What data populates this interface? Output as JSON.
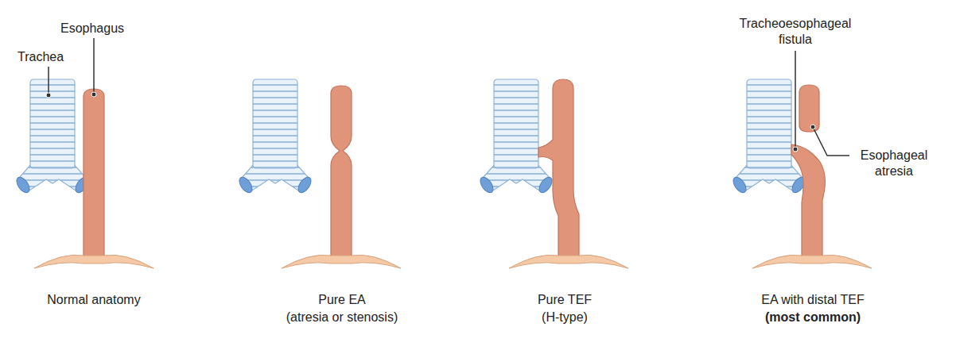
{
  "diagram": {
    "labels": [
      "Trachea",
      "Esophagus",
      "Normal anatomy",
      "Pure EA",
      "(atresia or stenosis)",
      "Pure TEF",
      "(H-type)",
      "EA with distal TEF",
      "(most common)",
      "Tracheoesophageal fistula",
      "Esophageal atresia"
    ]
  }
}
